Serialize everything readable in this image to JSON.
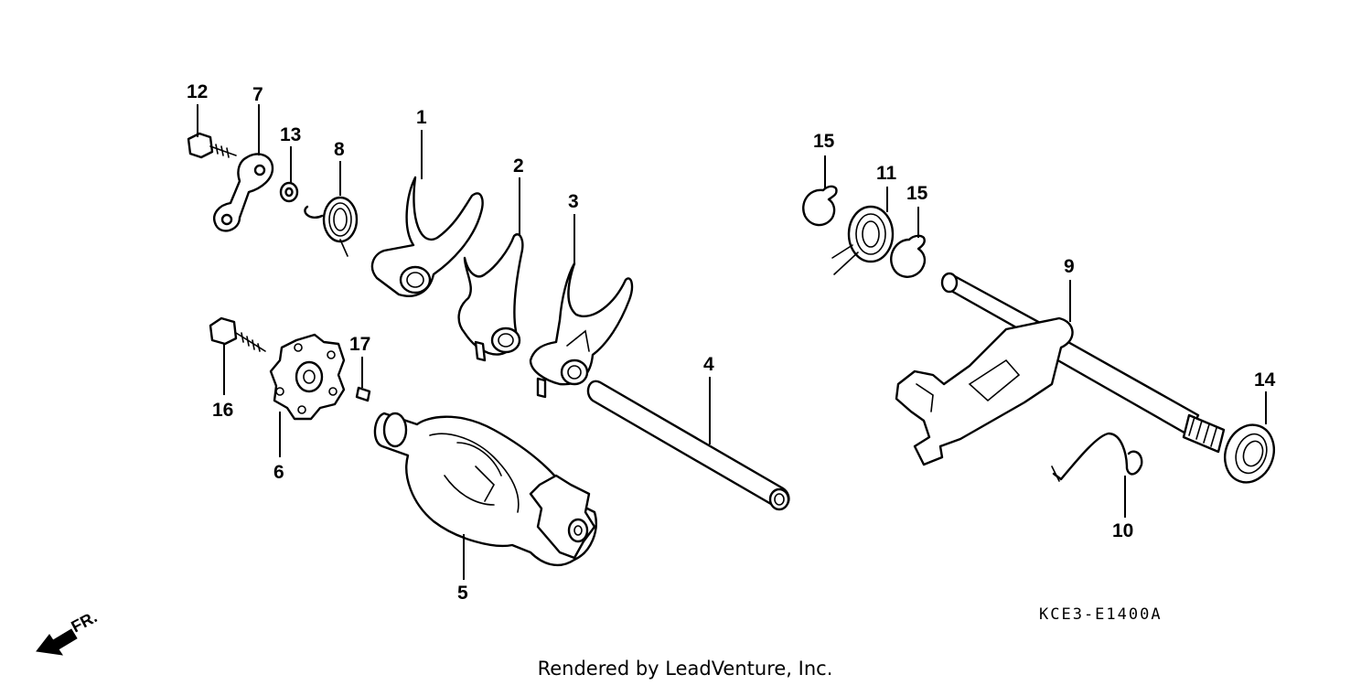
{
  "callouts": [
    {
      "id": "1",
      "label": "1"
    },
    {
      "id": "2",
      "label": "2"
    },
    {
      "id": "3",
      "label": "3"
    },
    {
      "id": "4",
      "label": "4"
    },
    {
      "id": "5",
      "label": "5"
    },
    {
      "id": "6",
      "label": "6"
    },
    {
      "id": "7",
      "label": "7"
    },
    {
      "id": "8",
      "label": "8"
    },
    {
      "id": "9",
      "label": "9"
    },
    {
      "id": "10",
      "label": "10"
    },
    {
      "id": "11",
      "label": "11"
    },
    {
      "id": "12",
      "label": "12"
    },
    {
      "id": "13",
      "label": "13"
    },
    {
      "id": "14",
      "label": "14"
    },
    {
      "id": "15a",
      "label": "15"
    },
    {
      "id": "15b",
      "label": "15"
    },
    {
      "id": "16",
      "label": "16"
    },
    {
      "id": "17",
      "label": "17"
    }
  ],
  "diagram_code": "KCE3-E1400A",
  "front_label": "FR.",
  "credit": "Rendered by LeadVenture, Inc."
}
